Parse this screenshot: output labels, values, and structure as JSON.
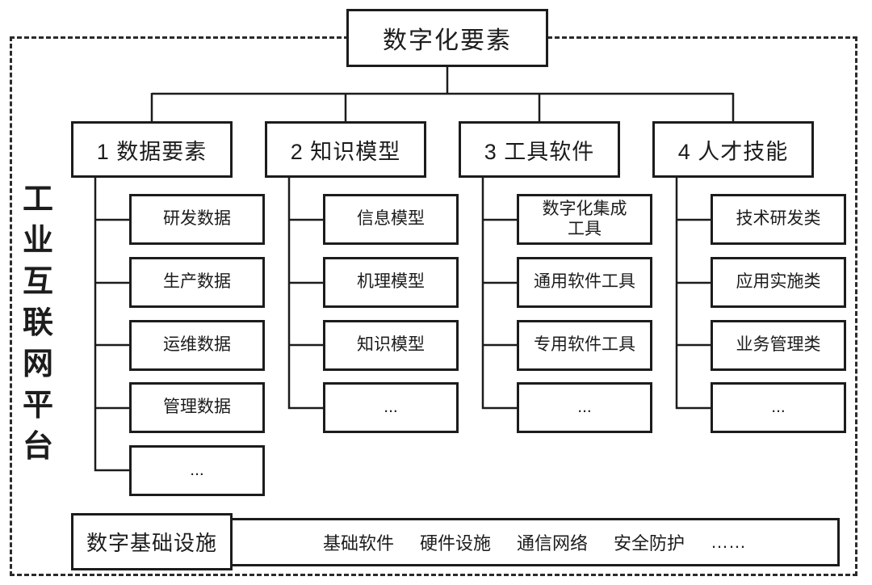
{
  "root_label": "数字化要素",
  "platform_label": "工业互联网平台",
  "columns": [
    {
      "header": "1 数据要素",
      "children": [
        "研发数据",
        "生产数据",
        "运维数据",
        "管理数据",
        "..."
      ]
    },
    {
      "header": "2 知识模型",
      "children": [
        "信息模型",
        "机理模型",
        "知识模型",
        "..."
      ]
    },
    {
      "header": "3 工具软件",
      "children": [
        "数字化集成\n工具",
        "通用软件工具",
        "专用软件工具",
        "..."
      ]
    },
    {
      "header": "4 人才技能",
      "children": [
        "技术研发类",
        "应用实施类",
        "业务管理类",
        "..."
      ]
    }
  ],
  "infrastructure": {
    "label": "数字基础设施",
    "items": [
      "基础软件",
      "硬件设施",
      "通信网络",
      "安全防护",
      "……"
    ]
  },
  "colors": {
    "line": "#1c1c1c",
    "background": "#ffffff",
    "box_bg": "#ffffff"
  }
}
